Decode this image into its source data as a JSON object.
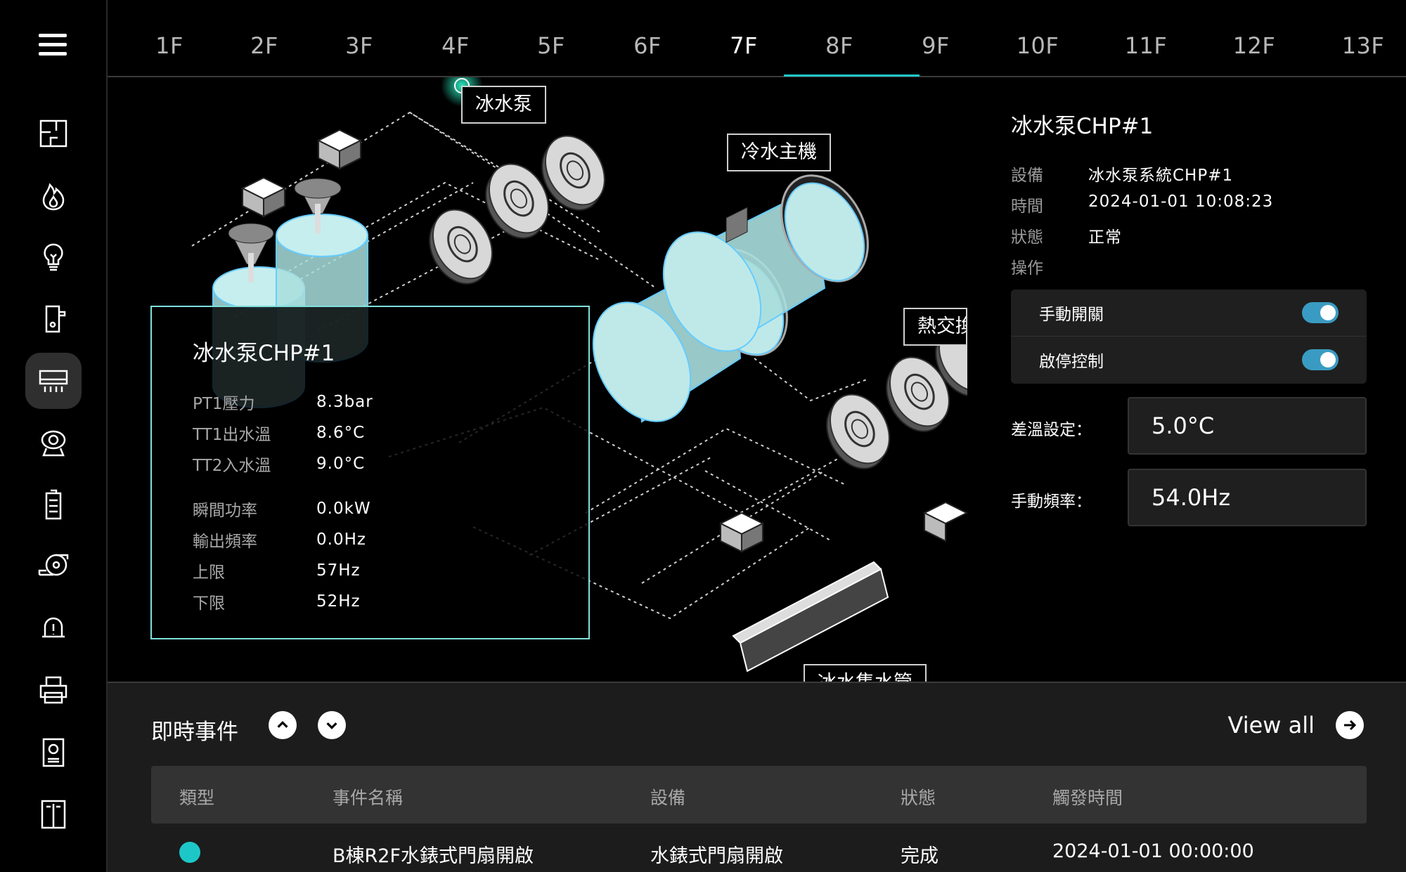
{
  "sidebar": {
    "menu_icon": "hamburger-menu-icon",
    "items": [
      {
        "icon": "floor-plan-icon"
      },
      {
        "icon": "fire-icon"
      },
      {
        "icon": "lightbulb-icon"
      },
      {
        "icon": "door-lock-icon"
      },
      {
        "icon": "air-conditioner-icon",
        "active": true
      },
      {
        "icon": "cctv-camera-icon"
      },
      {
        "icon": "battery-icon"
      },
      {
        "icon": "fan-blower-icon"
      },
      {
        "icon": "alarm-bell-icon"
      },
      {
        "icon": "printer-icon"
      },
      {
        "icon": "intercom-icon"
      },
      {
        "icon": "elevator-icon"
      }
    ]
  },
  "tabs": {
    "floors": [
      "1F",
      "2F",
      "3F",
      "4F",
      "5F",
      "6F",
      "7F",
      "8F",
      "9F",
      "10F",
      "11F",
      "12F",
      "13F"
    ],
    "active": "7F"
  },
  "diagram": {
    "labels": {
      "pump": "冰水泵",
      "chiller": "冷水主機",
      "heat_exchanger": "熱交換",
      "header": "冰水集水管"
    }
  },
  "popup": {
    "title": "冰水泵CHP#1",
    "rows": [
      {
        "k": "PT1壓力",
        "v": "8.3bar"
      },
      {
        "k": "TT1出水溫",
        "v": "8.6°C"
      },
      {
        "k": "TT2入水溫",
        "v": "9.0°C"
      }
    ],
    "rows2": [
      {
        "k": "瞬間功率",
        "v": "0.0kW"
      },
      {
        "k": "輸出頻率",
        "v": "0.0Hz"
      },
      {
        "k": "上限",
        "v": "57Hz"
      },
      {
        "k": "下限",
        "v": "52Hz"
      }
    ]
  },
  "panel": {
    "title": "冰水泵CHP#1",
    "device_label": "設備",
    "device_value": "冰水泵系統CHP#1",
    "time_label": "時間",
    "time_value": "2024-01-01 10:08:23",
    "status_label": "狀態",
    "status_value": "正常",
    "operation_label": "操作",
    "manual_switch_label": "手動開關",
    "manual_switch_on": true,
    "start_stop_label": "啟停控制",
    "start_stop_on": true,
    "temp_diff_label": "差溫設定：",
    "temp_diff_value": "5.0°C",
    "manual_freq_label": "手動頻率：",
    "manual_freq_value": "54.0Hz"
  },
  "events": {
    "title": "即時事件",
    "view_all": "View all",
    "columns": [
      "類型",
      "事件名稱",
      "設備",
      "狀態",
      "觸發時間"
    ],
    "rows": [
      {
        "type_color": "#1ec7c7",
        "name": "B棟R2F水錶式門扇開啟",
        "device": "水錶式門扇開啟",
        "status": "完成",
        "time": "2024-01-01 00:00:00"
      }
    ]
  }
}
